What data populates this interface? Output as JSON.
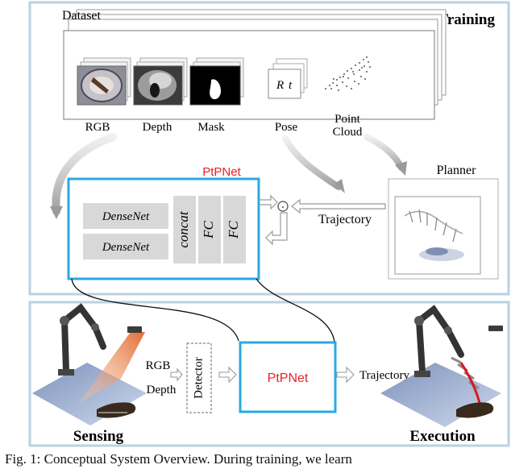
{
  "training": {
    "title": "Training",
    "dataset_label": "Dataset",
    "items": {
      "rgb": "RGB",
      "depth": "Depth",
      "mask": "Mask",
      "pose": "Pose",
      "point_cloud_line1": "Point",
      "point_cloud_line2": "Cloud"
    },
    "pose_symbols": {
      "r": "R",
      "t": "t"
    },
    "planner_label": "Planner",
    "trajectory_label": "Trajectory",
    "minus_symbol": "-",
    "network": {
      "title": "PtPNet",
      "densenet_1": "DenseNet",
      "densenet_2": "DenseNet",
      "concat": "concat",
      "fc_1": "FC",
      "fc_2": "FC"
    }
  },
  "execution": {
    "sensing_label": "Sensing",
    "execution_label": "Execution",
    "rgb_label": "RGB",
    "depth_label": "Depth",
    "detector_label": "Detector",
    "network_label": "PtPNet",
    "trajectory_label": "Trajectory"
  },
  "caption": "Fig. 1: Conceptual System Overview. During training, we learn",
  "colors": {
    "panel_border": "#b8d2e3",
    "network_border": "#29a9e1",
    "network_title": "#e8202a",
    "block_fill": "#d8d8d8"
  }
}
